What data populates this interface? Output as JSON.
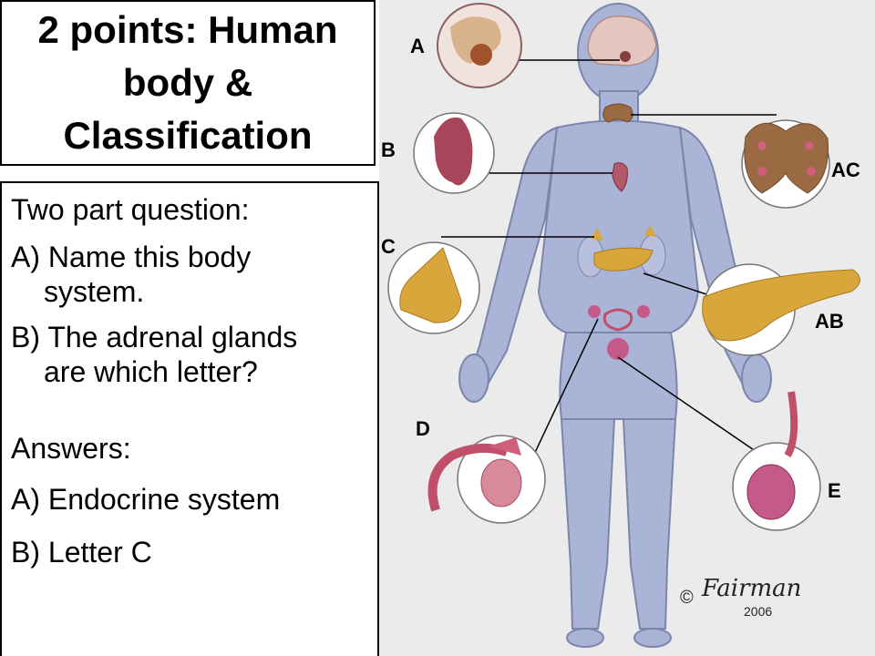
{
  "slide": {
    "title": "2 points: Human body & Classification",
    "lines": [
      "Two part question:",
      "A) Name this body",
      "system.",
      "B) The adrenal glands",
      "are which letter?",
      "Answers:",
      "A) Endocrine system",
      "B) Letter C"
    ]
  },
  "diagram": {
    "labels": {
      "a": "A",
      "b": "B",
      "c": "C",
      "d": "D",
      "e": "E",
      "ab": "AB",
      "ac": "AC"
    },
    "signature": {
      "mark": "©",
      "name": "Fairman",
      "year": "2006"
    }
  },
  "colors": {
    "body": "#a9b4d6",
    "body_outline": "#7c86ad",
    "gland_red": "#a8455a",
    "gland_gold": "#d9a63c",
    "gland_pink": "#c45a8a",
    "background": "#ebebeb"
  }
}
